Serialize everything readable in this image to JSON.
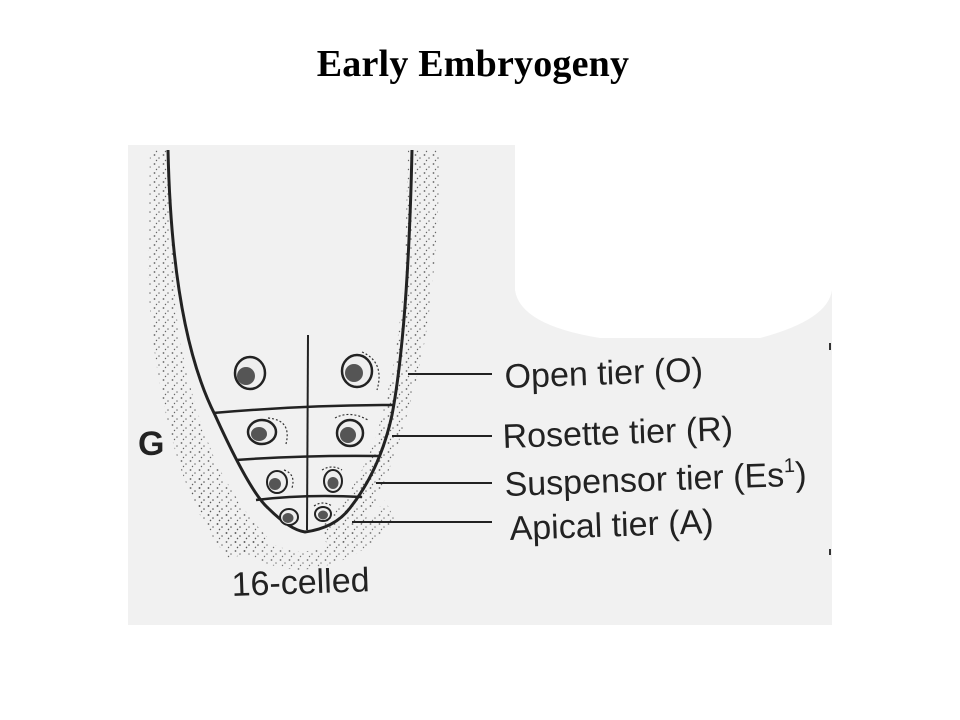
{
  "slide": {
    "title": "Early Embryogeny"
  },
  "figure": {
    "panel_letter": "G",
    "caption": "16-celled",
    "labels": [
      {
        "text": "Open tier (O)"
      },
      {
        "text": "Rosette tier (R)"
      },
      {
        "text": "Suspensor tier (Es",
        "superscript": "1",
        "suffix": ")"
      },
      {
        "text": "Apical tier (A)"
      }
    ],
    "colors": {
      "panel_bg": "#f2f2f2",
      "ink": "#222222"
    }
  }
}
